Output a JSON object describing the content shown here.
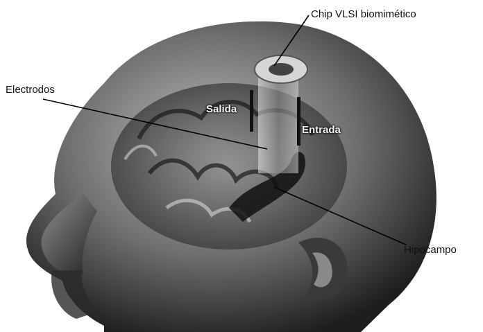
{
  "labels": {
    "chip": "Chip VLSI biomimético",
    "electrodos": "Electrodos",
    "hipocampo": "Hipocampo",
    "salida": "Salida",
    "entrada": "Entrada"
  },
  "colors": {
    "background": "#ffffff",
    "head_dark": "#1a1a1a",
    "head_light": "#d9d9d9",
    "leader_line": "#000000",
    "inner_label": "#f4f4f4"
  },
  "illustration": {
    "subject": "head-with-brain-illustration",
    "style": "grayscale"
  }
}
